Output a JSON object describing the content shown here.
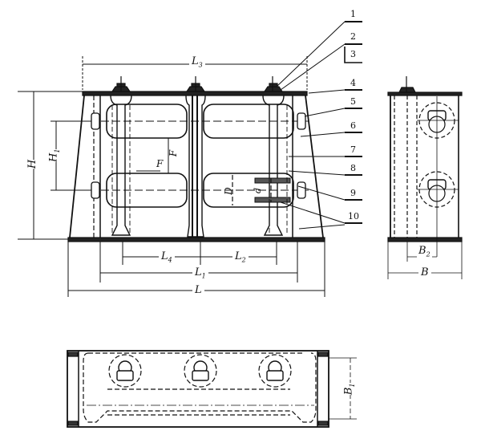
{
  "drawing": {
    "views": [
      "front-view",
      "side-view",
      "top-view"
    ],
    "callouts": [
      "1",
      "2",
      "3",
      "4",
      "5",
      "6",
      "7",
      "8",
      "9",
      "10"
    ],
    "dimensions": {
      "L3": {
        "main": "L",
        "sub": "3"
      },
      "H": {
        "main": "H",
        "sub": ""
      },
      "H1": {
        "main": "H",
        "sub": "1"
      },
      "F_h": {
        "main": "F",
        "sub": ""
      },
      "F_v": {
        "main": "F",
        "sub": ""
      },
      "D": {
        "main": "D",
        "sub": ""
      },
      "d": {
        "main": "d",
        "sub": ""
      },
      "L4": {
        "main": "L",
        "sub": "4"
      },
      "L2": {
        "main": "L",
        "sub": "2"
      },
      "L1": {
        "main": "L",
        "sub": "1"
      },
      "L": {
        "main": "L",
        "sub": ""
      },
      "B2": {
        "main": "B",
        "sub": "2"
      },
      "B": {
        "main": "B",
        "sub": ""
      },
      "B1": {
        "main": "B",
        "sub": "1"
      }
    }
  }
}
